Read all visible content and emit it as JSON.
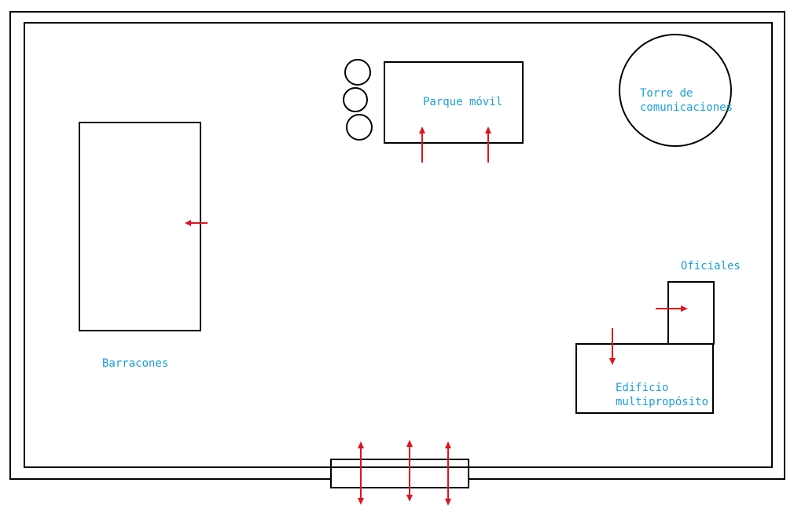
{
  "colors": {
    "outline": "#000000",
    "label": "#1aa0d8",
    "arrow": "#e0141e"
  },
  "labels": {
    "parque_movil": "Parque móvil",
    "torre_line1": "Torre de",
    "torre_line2": "comunicaciones",
    "barracones": "Barracones",
    "oficiales": "Oficiales",
    "edificio_line1": "Edificio",
    "edificio_line2": "multipropósito"
  }
}
